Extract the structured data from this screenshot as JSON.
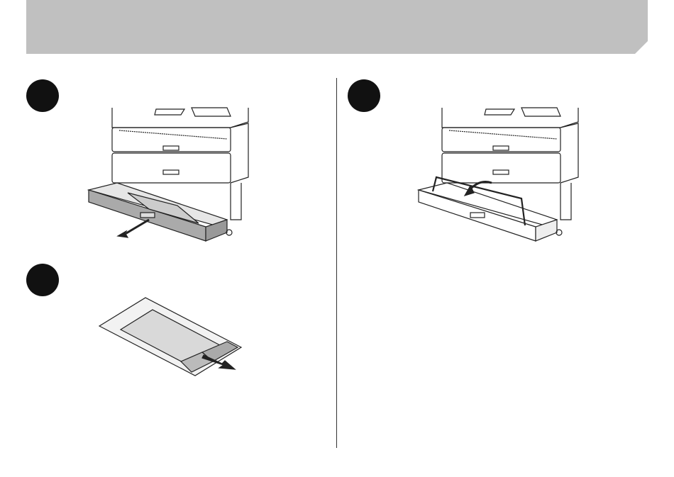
{
  "header": {
    "band_color": "#c0c0c0"
  },
  "steps": [
    {
      "id": "step-1",
      "illustration": "pull-out-drawer-illustration"
    },
    {
      "id": "step-2",
      "illustration": "remove-from-bag-illustration"
    },
    {
      "id": "step-3",
      "illustration": "flip-roll-holder-illustration"
    }
  ],
  "colors": {
    "ink": "#222222",
    "shade": "#aaaaaa",
    "step_circle": "#111111"
  }
}
